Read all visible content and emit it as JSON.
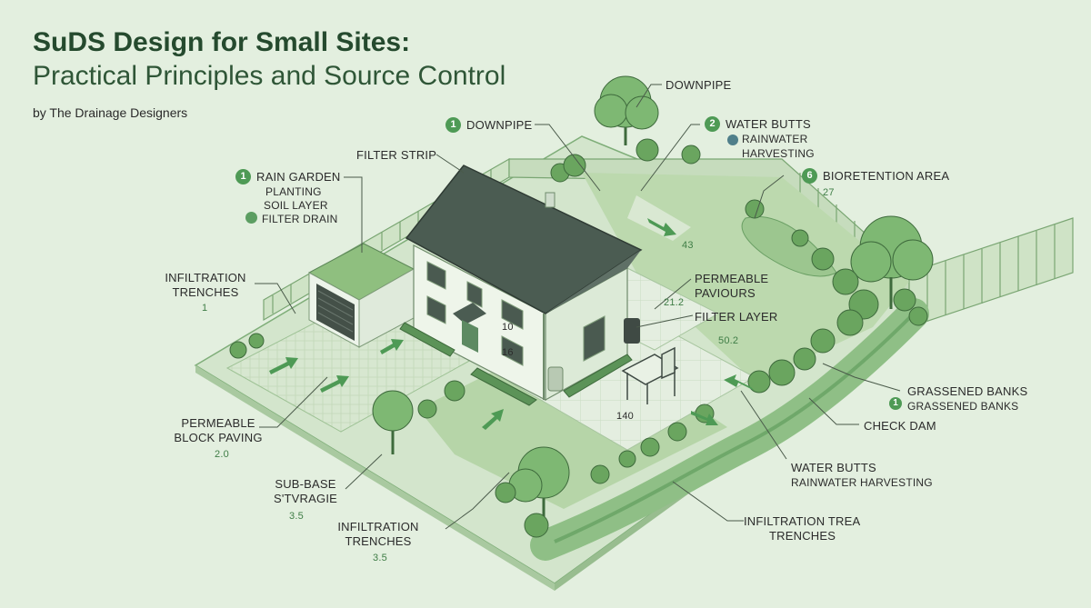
{
  "header": {
    "title_line1": "SuDS Design for Small Sites:",
    "title_line2": "Practical Principles and Source Control",
    "byline": "by The Drainage Designers"
  },
  "labels": {
    "downpipe_top": "DOWNPIPE",
    "downpipe_1_badge": "1",
    "downpipe_1": "DOWNPIPE",
    "water_butts_badge": "2",
    "water_butts": "WATER BUTTS",
    "rainwater_harvesting_top": "RAINWATER HARVESTING",
    "filter_strip": "FILTER STRIP",
    "bioretention_badge": "6",
    "bioretention": "BIORETENTION AREA",
    "bioretention_num": "27",
    "rain_garden_badge": "1",
    "rain_garden": "RAIN GARDEN",
    "planting": "PLANTING",
    "soil_layer": "SOIL LAYER",
    "filter_drain": "FILTER DRAIN",
    "value_43": "43",
    "infiltration_trenches_left": "INFILTRATION TRENCHES",
    "infiltration_left_num": "1",
    "permeable_paviours": "PERMEABLE PAVIOURS",
    "value_212": "21.2",
    "filter_layer": "FILTER LAYER",
    "value_502": "50.2",
    "value_10": "10",
    "value_16": "16",
    "value_140": "140",
    "permeable_block_paving": "PERMEABLE BLOCK PAVING",
    "paving_num": "2.0",
    "grassened_banks": "GRASSENED BANKS",
    "grassened_banks_badge": "1",
    "grassened_banks_2": "GRASSENED BANKS",
    "check_dam": "CHECK DAM",
    "water_butts_bottom": "WATER BUTTS",
    "rainwater_harvesting_bottom": "RAINWATER HARVESTING",
    "sub_base_1": "SUB-BASE",
    "sub_base_2": "S'TVRAGIE",
    "sub_base_num": "3.5",
    "infiltration_bottom_1": "INFILTRATION",
    "infiltration_bottom_2": "TRENCHES",
    "infiltration_bottom_num": "3.5",
    "infiltration_right_1": "INFILTRATION TREA",
    "infiltration_right_2": "TRENCHES"
  },
  "colors": {
    "background": "#e3efdf",
    "lawn": "#b9d7ab",
    "paving": "#dbe8d6",
    "roof": "#4a5a50",
    "wall": "#edf4ea",
    "accent": "#4e9a55"
  }
}
